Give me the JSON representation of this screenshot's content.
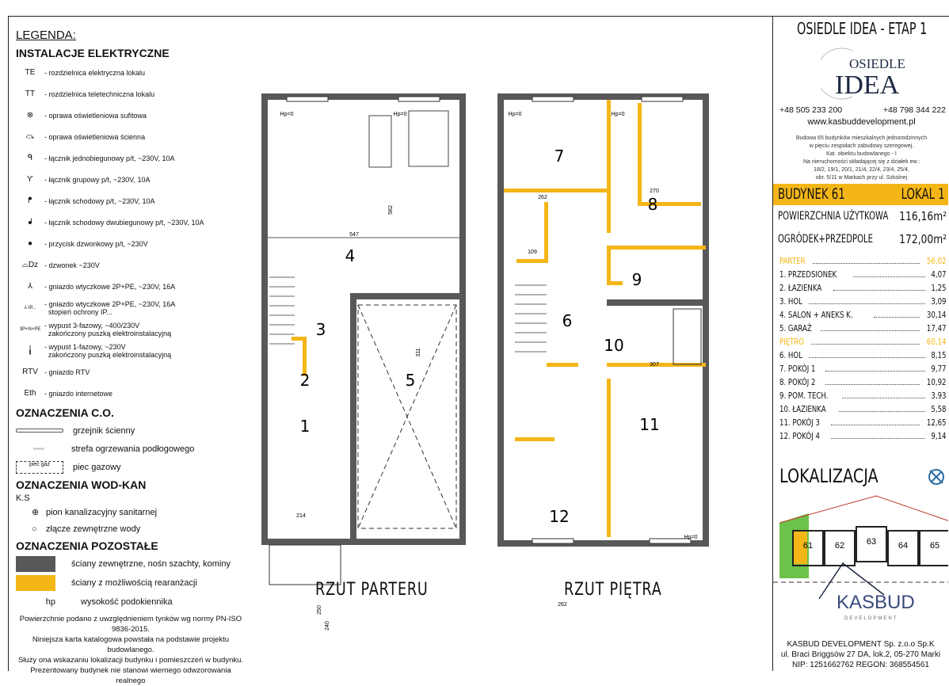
{
  "legend": {
    "title": "LEGENDA:",
    "electrical": {
      "title": "INSTALACJE ELEKTRYCZNE",
      "items": [
        {
          "symbol": "TE",
          "icon": "panel-icon",
          "label": "- rozdzielnica elektryczna lokalu"
        },
        {
          "symbol": "TT",
          "icon": "panel-icon",
          "label": "- rozdzielnica teletechniczna lokalu"
        },
        {
          "symbol": "⊗",
          "icon": "ceiling-light-icon",
          "label": "- oprawa oświetleniowa sufitowa"
        },
        {
          "symbol": "⤼",
          "icon": "wall-light-icon",
          "label": "- oprawa oświetleniowa ścienna"
        },
        {
          "symbol": "ᑫ",
          "icon": "single-switch-icon",
          "label": "- łącznik jednobiegunowy p/t, ~230V, 10A"
        },
        {
          "symbol": "Ƴ",
          "icon": "group-switch-icon",
          "label": "- łącznik grupowy p/t, ~230V, 10A"
        },
        {
          "symbol": "ᖰ",
          "icon": "stair-switch-icon",
          "label": "- łącznik schodowy p/t, ~230V, 10A"
        },
        {
          "symbol": "ᖱ",
          "icon": "double-stair-switch-icon",
          "label": "- łącznik schodowy dwubiegunowy p/t, ~230V, 10A"
        },
        {
          "symbol": "●",
          "icon": "doorbell-button-icon",
          "label": "- przycisk dzwonkowy p/t, ~230V"
        },
        {
          "symbol": "⌓Dz",
          "icon": "bell-icon",
          "label": "- dzwonek ~230V"
        },
        {
          "symbol": "⅄",
          "icon": "socket-icon",
          "label": "- gniazdo wtyczkowe 2P+PE, ~230V, 16A"
        },
        {
          "symbol": "⅄ IP...",
          "icon": "socket-ip-icon",
          "label": "- gniazdo wtyczkowe 2P+PE, ~230V, 16A",
          "label2": "stopień ochrony IP..."
        },
        {
          "symbol": "3P+N+PE",
          "icon": "three-phase-outlet-icon",
          "label": "- wypust 3-fazowy, ~400/230V",
          "label2": "zakończony puszką elektroinstalacyjną"
        },
        {
          "symbol": "╽",
          "icon": "one-phase-outlet-icon",
          "label": "- wypust 1-fazowy, ~230V",
          "label2": "zakończony puszką elektroinstalacyjną"
        },
        {
          "symbol": "RTV",
          "icon": "rtv-socket-icon",
          "label": "- gniazdo RTV"
        },
        {
          "symbol": "Eth",
          "icon": "ethernet-socket-icon",
          "label": "- gniazdo internetowe"
        }
      ]
    },
    "heating": {
      "title": "OZNACZENIA C.O.",
      "items": [
        {
          "icon": "radiator-icon",
          "label": "grzejnik ścienny"
        },
        {
          "icon": "floor-heating-icon",
          "label": "strefa ogrzewania podłogowego"
        },
        {
          "icon": "gas-boiler-icon",
          "symbol": "piec gaz",
          "label": "piec gazowy"
        }
      ]
    },
    "plumbing": {
      "title": "OZNACZENIA WOD-KAN",
      "ks": "K.S",
      "items": [
        {
          "icon": "sewer-riser-icon",
          "label": "pion kanalizacyjny sanitarnej"
        },
        {
          "icon": "water-connection-icon",
          "label": "złącze zewnętrzne wody"
        }
      ]
    },
    "other": {
      "title": "OZNACZENIA POZOSTAŁE",
      "items": [
        {
          "color": "#58585a",
          "label": "ściany zewnętrzne, nośn szachty, kominy"
        },
        {
          "color": "#f4b617",
          "label": "ściany z możliwością rearanżacji"
        },
        {
          "symbol": "hp",
          "label": "wysokość podokiennika"
        }
      ]
    },
    "notes": [
      "Powierzchnie podano z uwzględnieniem tynków wg normy PN-ISO 9836-2015.",
      "Niniejsza karta katalogowa powstała na podstawie projektu budowlanego.",
      "Służy ona wskazaniu lokalizacji budynku i pomieszczeń w budynku.",
      "Prezentowany budynek nie stanowi wiernego odwzorowania realnego"
    ]
  },
  "plans": {
    "ground": {
      "title": "RZUT PARTERU",
      "rooms": [
        "1",
        "2",
        "3",
        "4",
        "5"
      ],
      "dims": [
        "547",
        "582",
        "311",
        "214",
        "250",
        "240",
        "Hp=0",
        "Hp=0"
      ]
    },
    "upper": {
      "title": "RZUT PIĘTRA",
      "rooms": [
        "6",
        "7",
        "8",
        "9",
        "10",
        "11",
        "12"
      ],
      "dims": [
        "262",
        "270",
        "262",
        "307",
        "109",
        "Hp=0",
        "Hp=0",
        "Hp=0"
      ]
    }
  },
  "panel": {
    "title": "OSIEDLE  IDEA  -  ETAP 1",
    "logo": "OSIEDLE IDEA",
    "phone1": "+48 505 233 200",
    "phone2": "+48 798 344 222",
    "website": "www.kasbuddevelopment.pl",
    "description": [
      "Budowa 65 budynków mieszkalnych jednorodzinnych",
      "w pięciu zespołach zabudowy szeregowej.",
      "Kat. obiektu budowlanego - I",
      "Na nieruchomości składającej się z działek ew.:",
      "18/2, 19/1, 20/1, 21/4, 22/4, 23/4, 25/4,",
      "obr. 5/11 w Markach przy ul. Szkolnej"
    ],
    "building": "BUDYNEK 61",
    "unit": "LOKAL 1",
    "usable_area_label": "POWIERZCHNIA UŻYTKOWA",
    "usable_area": "116,16m²",
    "garden_label": "OGRÓDEK+PRZEDPOLE",
    "garden_area": "172,00m²",
    "rooms": [
      {
        "name": "PARTER",
        "area": "56,02",
        "highlight": true
      },
      {
        "name": "1. PRZEDSIONEK",
        "area": "4,07"
      },
      {
        "name": "2. ŁAZIENKA",
        "area": "1,25"
      },
      {
        "name": "3. HOL",
        "area": "3,09"
      },
      {
        "name": "4. SALON + ANEKS K.",
        "area": "30,14"
      },
      {
        "name": "5. GARAŻ",
        "area": "17,47"
      },
      {
        "name": "PIĘTRO",
        "area": "60,14",
        "highlight": true
      },
      {
        "name": "6. HOL",
        "area": "8,15"
      },
      {
        "name": "7. POKÓJ  1",
        "area": "9,77"
      },
      {
        "name": "8. POKÓJ  2",
        "area": "10,92"
      },
      {
        "name": "9. POM. TECH.",
        "area": "3,93"
      },
      {
        "name": "10. ŁAZIENKA",
        "area": "5,58"
      },
      {
        "name": "11. POKÓJ  3",
        "area": "12,65"
      },
      {
        "name": "12. POKÓJ 4",
        "area": "9,14"
      }
    ],
    "location_label": "LOKALIZACJA",
    "site_buildings": [
      "61",
      "62",
      "63",
      "64",
      "65"
    ],
    "company_logo": "KASBUD DEVELOPMENT",
    "company": "KASBUD  DEVELOPMENT Sp. z.o.o Sp.K",
    "address": "ul. Braci Briggsów 27 DA, lok.2, 05-270 Marki",
    "ids": "NIP: 1251662762  REGON: 368554561",
    "colors": {
      "accent": "#f4b617",
      "wall": "#58585a",
      "garden": "#6cc24a",
      "logo": "#1f2a44"
    }
  }
}
